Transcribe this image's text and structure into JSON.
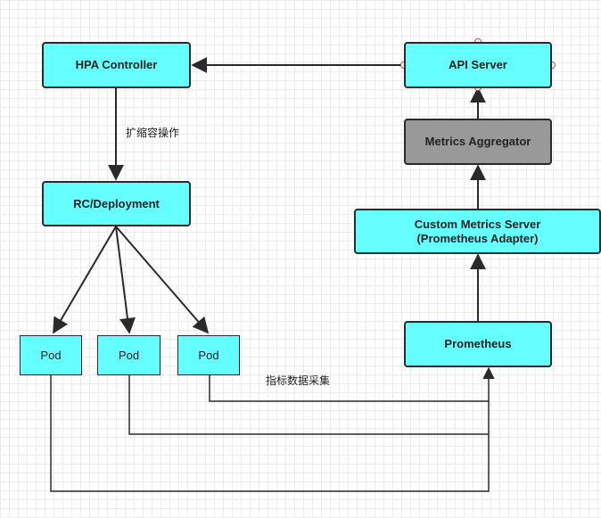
{
  "nodes": {
    "hpa_controller": "HPA Controller",
    "api_server": "API Server",
    "metrics_aggregator": "Metrics Aggregator",
    "custom_metrics_server": "Custom Metrics Server\n(Prometheus Adapter)",
    "rc_deployment": "RC/Deployment",
    "prometheus": "Prometheus",
    "pod_1": "Pod",
    "pod_2": "Pod",
    "pod_3": "Pod"
  },
  "edge_labels": {
    "scale_operation": "扩缩容操作",
    "metrics_collection": "指标数据采集"
  },
  "colors": {
    "node_fill": "#66ffff",
    "aggregator_fill": "#999999",
    "stroke": "#2a2a2a"
  }
}
